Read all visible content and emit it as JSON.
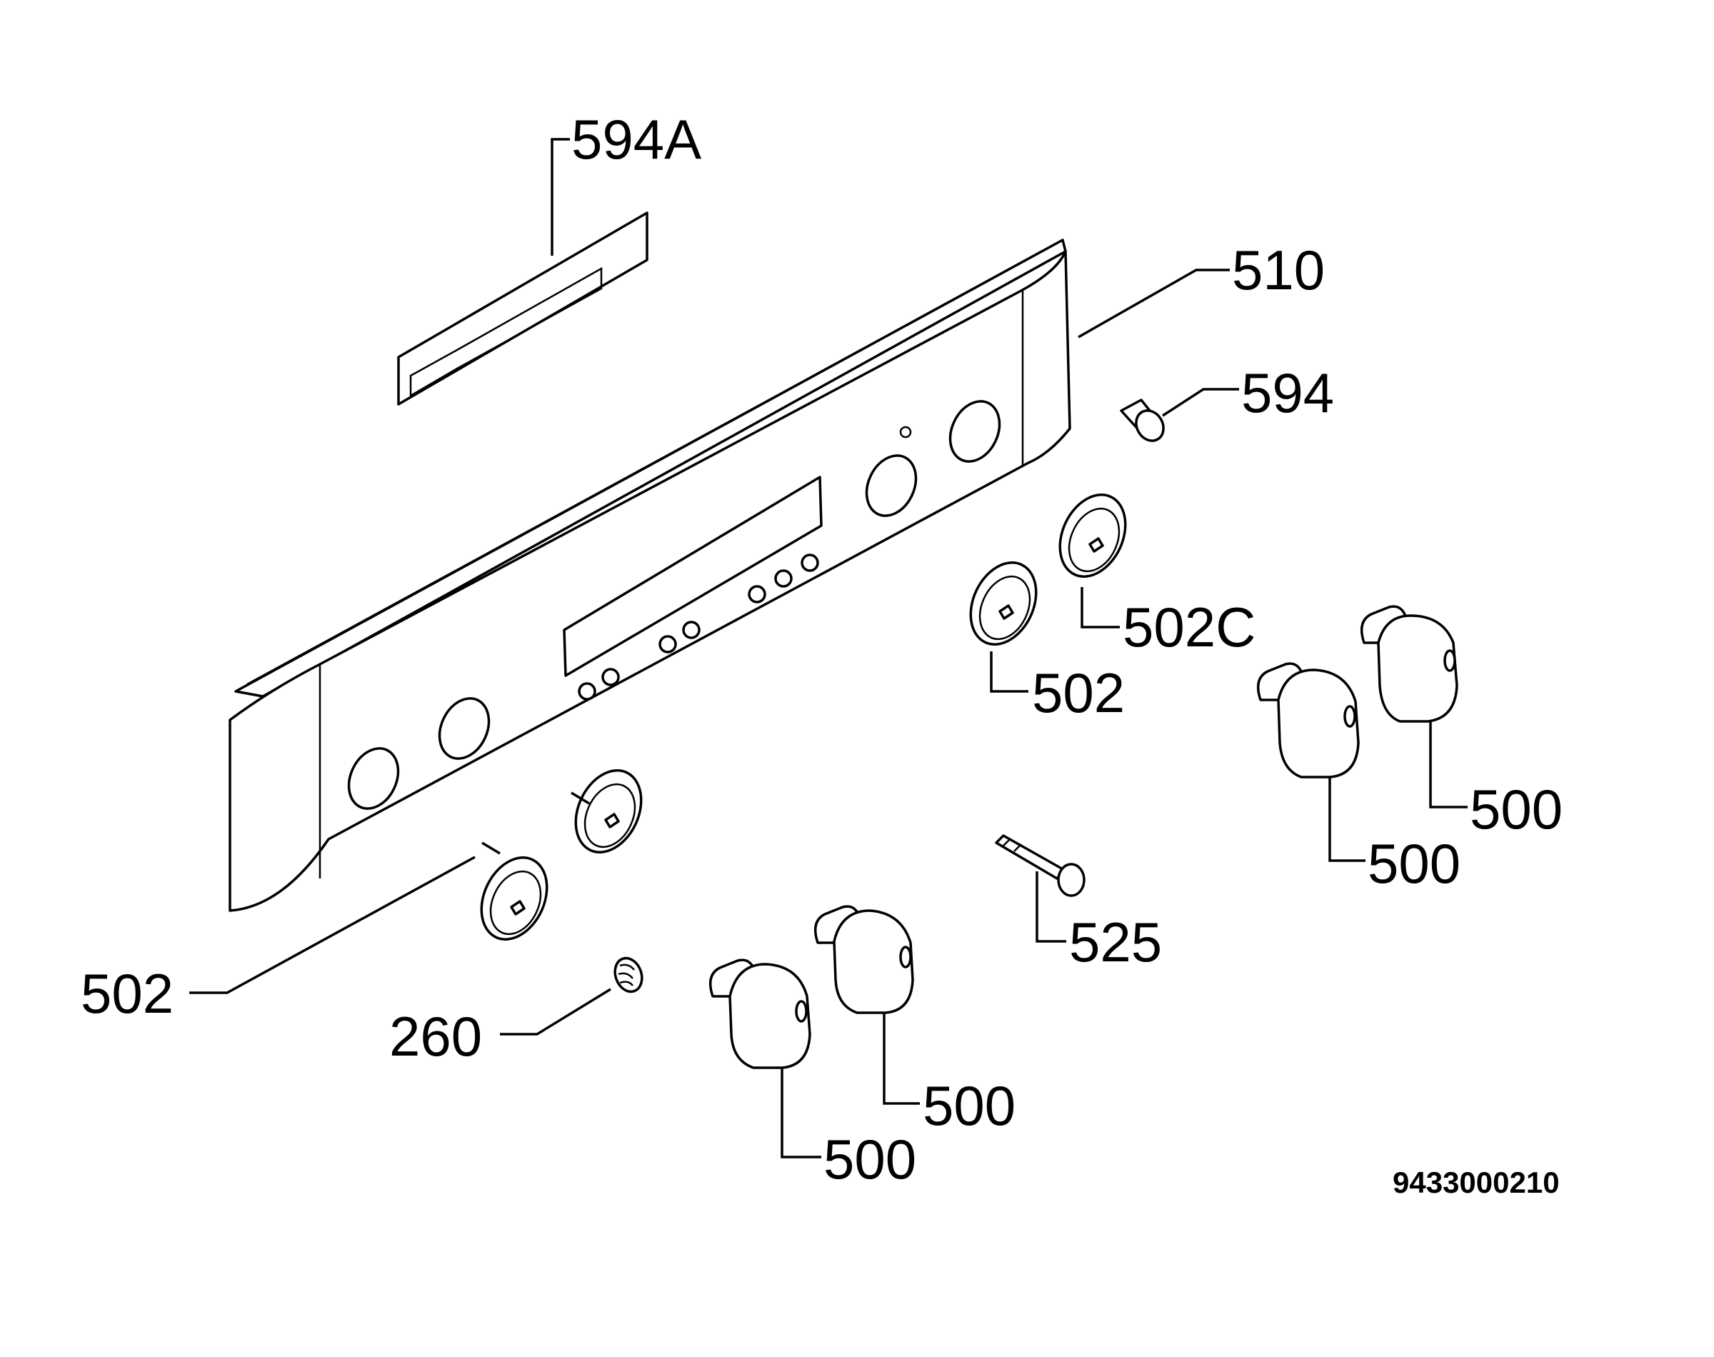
{
  "diagram": {
    "callouts": {
      "c594a": "594A",
      "c510": "510",
      "c594": "594",
      "c502c": "502C",
      "c502_right": "502",
      "c500_a": "500",
      "c500_b": "500",
      "c500_c": "500",
      "c500_d": "500",
      "c525": "525",
      "c502_left": "502",
      "c260": "260"
    },
    "document_number": "9433000210"
  }
}
